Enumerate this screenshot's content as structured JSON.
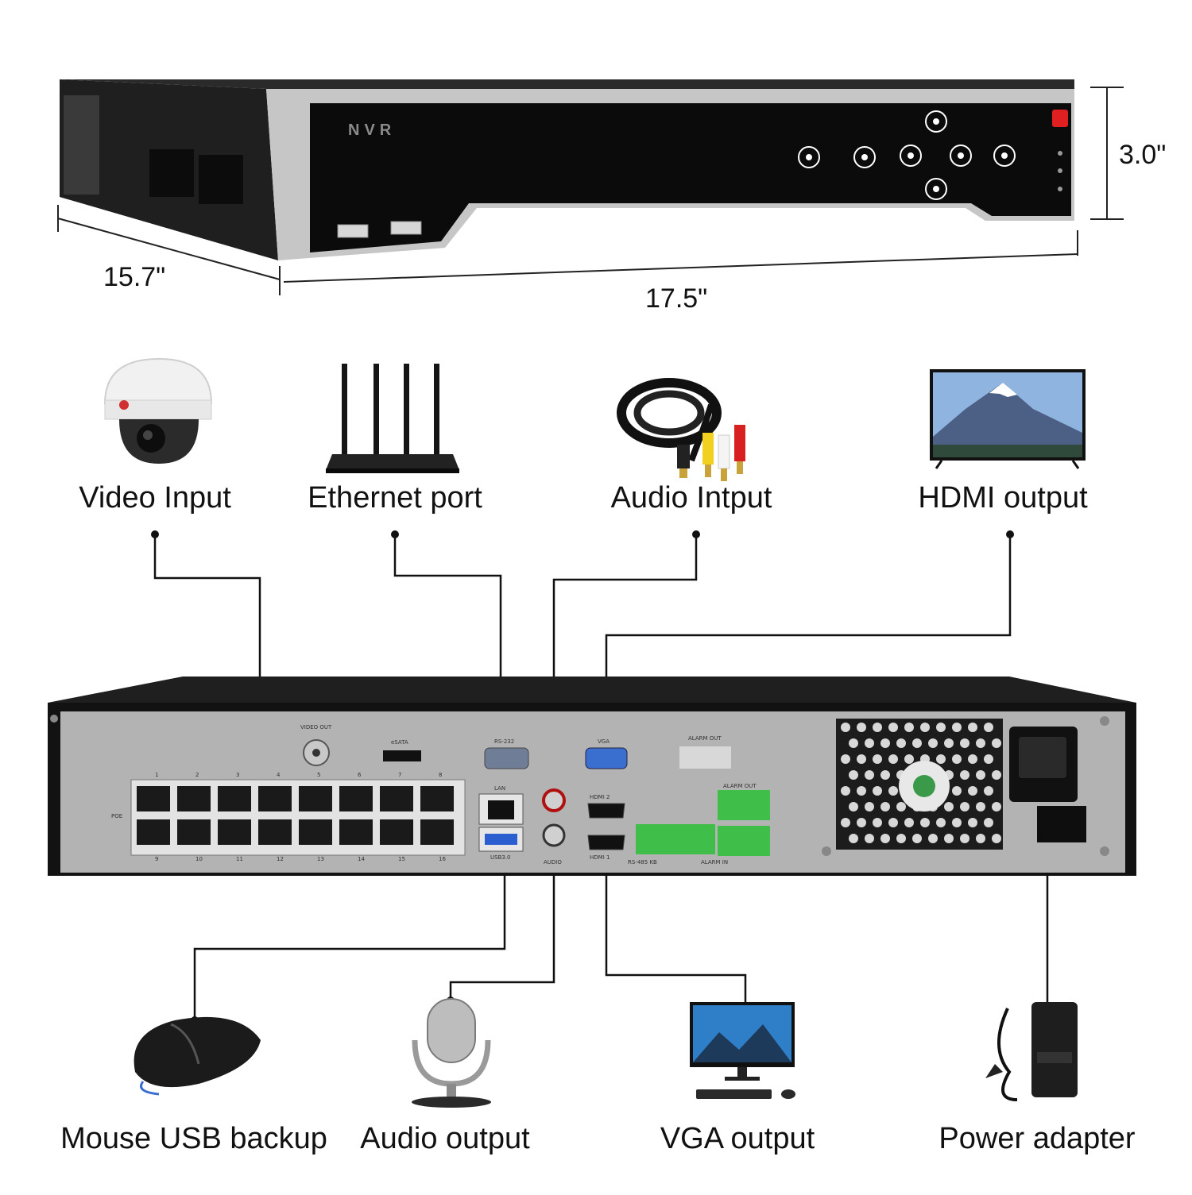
{
  "dimensions": {
    "depth": "15.7\"",
    "width": "17.5\"",
    "height": "3.0\""
  },
  "front_panel": {
    "brand_text": "NVR"
  },
  "top_devices": [
    {
      "label": "Video Input",
      "icon": "dome-camera-icon"
    },
    {
      "label": "Ethernet port",
      "icon": "router-icon"
    },
    {
      "label": "Audio Intput",
      "icon": "av-cable-icon"
    },
    {
      "label": "HDMI output",
      "icon": "tv-icon"
    }
  ],
  "bottom_devices": [
    {
      "label": "Mouse USB backup",
      "icon": "mouse-icon"
    },
    {
      "label": "Audio output",
      "icon": "microphone-icon"
    },
    {
      "label": "VGA output",
      "icon": "monitor-icon"
    },
    {
      "label": "Power adapter",
      "icon": "power-adapter-icon"
    }
  ],
  "rear_panel": {
    "video_out": "VIDEO OUT",
    "esata": "eSATA",
    "rs232": "RS-232",
    "vga": "VGA",
    "alarm_out_top": "ALARM OUT",
    "alarm_out": "ALARM OUT",
    "alarm_in": "ALARM IN",
    "rs485": "RS-485 KB",
    "lan": "LAN",
    "usb": "USB3.0",
    "audio": "AUDIO",
    "hdmi2": "HDMI 2",
    "hdmi1": "HDMI 1",
    "poe": "POE",
    "port_numbers_top": [
      "1",
      "2",
      "3",
      "4",
      "5",
      "6",
      "7",
      "8"
    ],
    "port_numbers_bottom": [
      "9",
      "10",
      "11",
      "12",
      "13",
      "14",
      "15",
      "16"
    ]
  },
  "colors": {
    "device_body": "#1a1a1a",
    "front_frame": "#c9c9c9",
    "rear_panel": "#b4b4b4",
    "terminal_green": "#3fbf4a",
    "power_red": "#e02020",
    "vga_blue": "#3a6fd0"
  }
}
